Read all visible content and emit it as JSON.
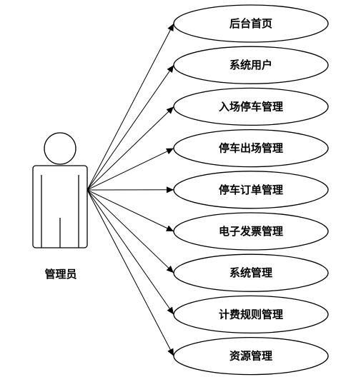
{
  "actor": {
    "label": "管理员"
  },
  "use_cases": [
    {
      "label": "后台首页"
    },
    {
      "label": "系统用户"
    },
    {
      "label": "入场停车管理"
    },
    {
      "label": "停车出场管理"
    },
    {
      "label": "停车订单管理"
    },
    {
      "label": "电子发票管理"
    },
    {
      "label": "系统管理"
    },
    {
      "label": "计费规则管理"
    },
    {
      "label": "资源管理"
    }
  ]
}
